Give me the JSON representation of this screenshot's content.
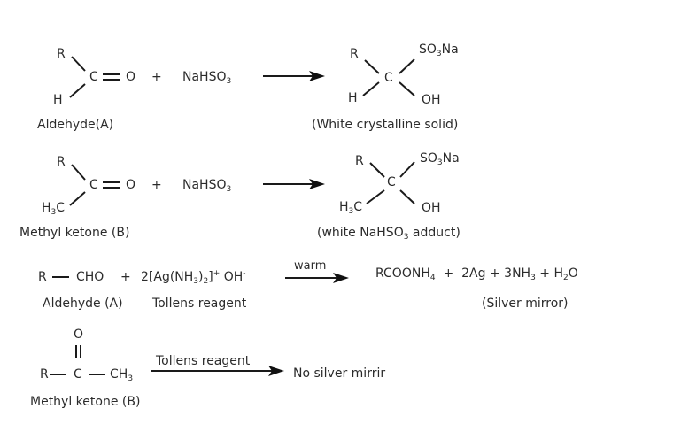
{
  "reactions": [
    {
      "id": "bisulfite-aldehyde",
      "reactant": {
        "top": "R",
        "bottom": "H",
        "center": "C",
        "double_bond_to": "O",
        "label": "Aldehyde(A)"
      },
      "plus": "+",
      "reagent": {
        "main": "NaHSO",
        "sub": "3"
      },
      "product": {
        "top_left": "R",
        "bottom_left": "H",
        "center": "C",
        "top_right_main": "SO",
        "top_right_sub": "3",
        "top_right_tail": "Na",
        "bottom_right": "OH",
        "label": "(White crystalline solid)"
      }
    },
    {
      "id": "bisulfite-methyl-ketone",
      "reactant": {
        "top": "R",
        "bottom_main": "H",
        "bottom_sub": "3",
        "bottom_tail": "C",
        "center": "C",
        "double_bond_to": "O",
        "label": "Methyl ketone (B)"
      },
      "plus": "+",
      "reagent": {
        "main": "NaHSO",
        "sub": "3"
      },
      "product": {
        "top_left": "R",
        "bottom_left_main": "H",
        "bottom_left_sub": "3",
        "bottom_left_tail": "C",
        "center": "C",
        "top_right_main": "SO",
        "top_right_sub": "3",
        "top_right_tail": "Na",
        "bottom_right": "OH",
        "label_pre": "(white NaHSO",
        "label_sub": "3",
        "label_post": " adduct)"
      }
    },
    {
      "id": "tollens-aldehyde",
      "reactant": {
        "left": "R",
        "right": "CHO",
        "label": "Aldehyde (A)"
      },
      "plus": "+",
      "reagent": {
        "coef": "2[Ag(NH",
        "sub1": "3",
        "mid": ")",
        "sub2": "2",
        "close": "]",
        "sup": "+",
        "anion": " OH",
        "anion_sup": "-",
        "label": "Tollens reagent"
      },
      "arrow_label": "warm",
      "products": {
        "p1_main": "RCOONH",
        "p1_sub": "4",
        "p2": "2Ag",
        "p3_main": "3NH",
        "p3_sub": "3",
        "p4_a": "H",
        "p4_sub": "2",
        "p4_b": "O",
        "plus": "+",
        "label": "(Silver mirror)"
      }
    },
    {
      "id": "tollens-methyl-ketone",
      "reactant": {
        "top": "O",
        "left": "R",
        "center": "C",
        "right_main": "CH",
        "right_sub": "3",
        "label": "Methyl ketone (B)"
      },
      "arrow_label": "Tollens reagent",
      "result": "No silver mirrir"
    }
  ]
}
